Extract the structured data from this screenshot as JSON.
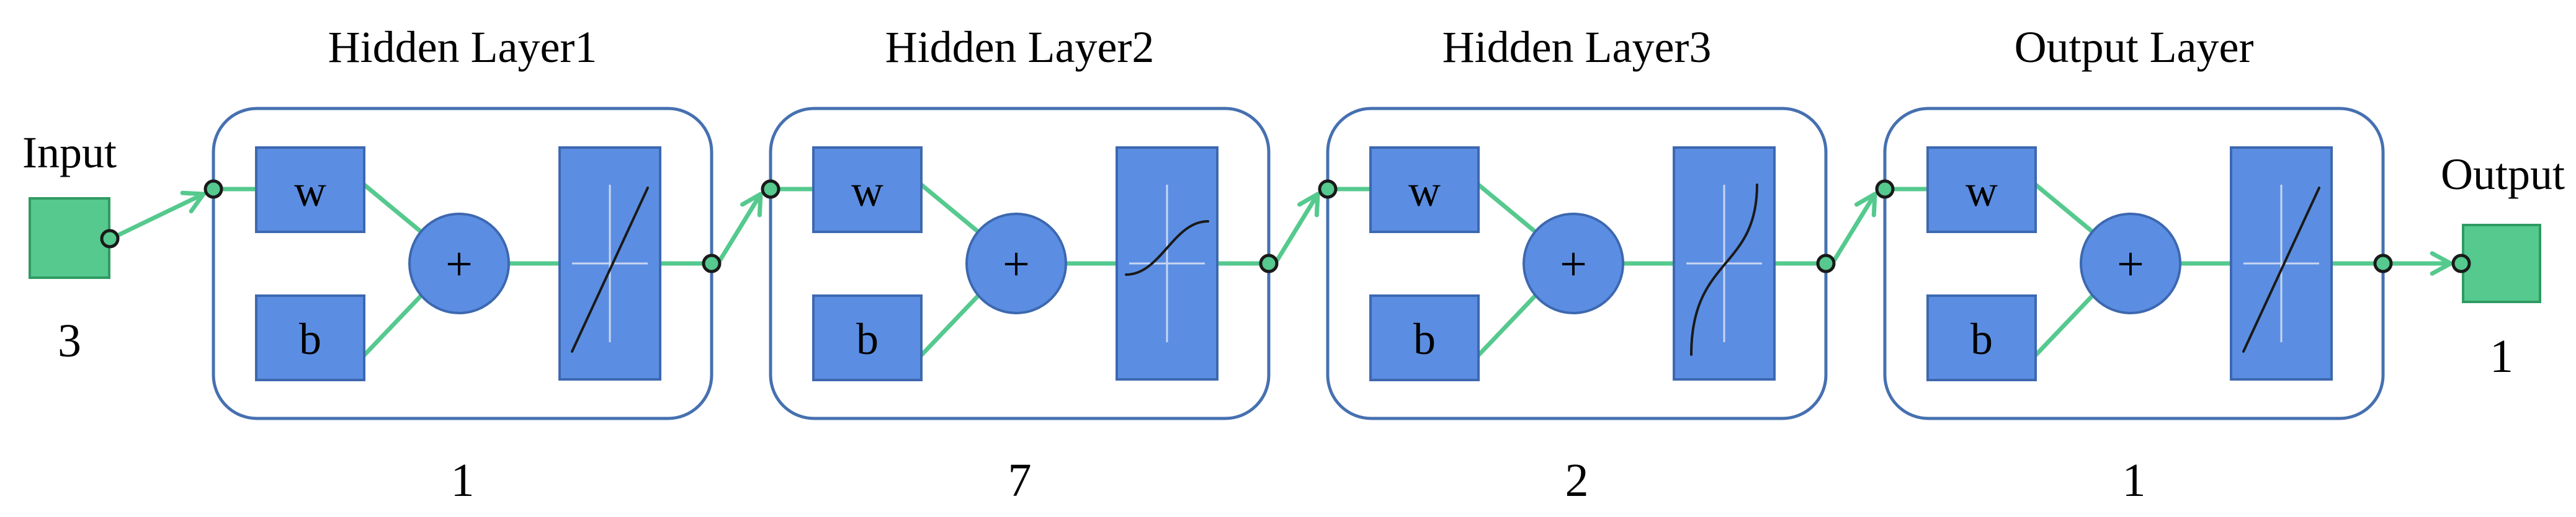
{
  "input": {
    "label": "Input",
    "size": "3"
  },
  "output": {
    "label": "Output",
    "size": "1"
  },
  "layers": [
    {
      "title": "Hidden  Layer1",
      "count": "1",
      "weight": "w",
      "bias": "b",
      "sum": "+",
      "activation": "linear"
    },
    {
      "title": "Hidden  Layer2",
      "count": "7",
      "weight": "w",
      "bias": "b",
      "sum": "+",
      "activation": "sigmoid"
    },
    {
      "title": "Hidden  Layer3",
      "count": "2",
      "weight": "w",
      "bias": "b",
      "sum": "+",
      "activation": "tansig"
    },
    {
      "title": "Output  Layer",
      "count": "1",
      "weight": "w",
      "bias": "b",
      "sum": "+",
      "activation": "linear"
    }
  ],
  "colors": {
    "block_fill": "#5b8ee2",
    "block_stroke": "#3d68b0",
    "layer_border": "#4670b0",
    "connector": "#55c98e",
    "io_fill": "#55c98e",
    "io_stroke": "#2f9a62",
    "node_fill": "#55c98e",
    "node_stroke": "#1a1a1a",
    "curve": "#1a1a1a",
    "axis": "#c9d6f2"
  },
  "icons": {
    "weight_block": "weight-block",
    "bias_block": "bias-block",
    "sum_node": "summation-circle",
    "activation": "transfer-function-block"
  }
}
